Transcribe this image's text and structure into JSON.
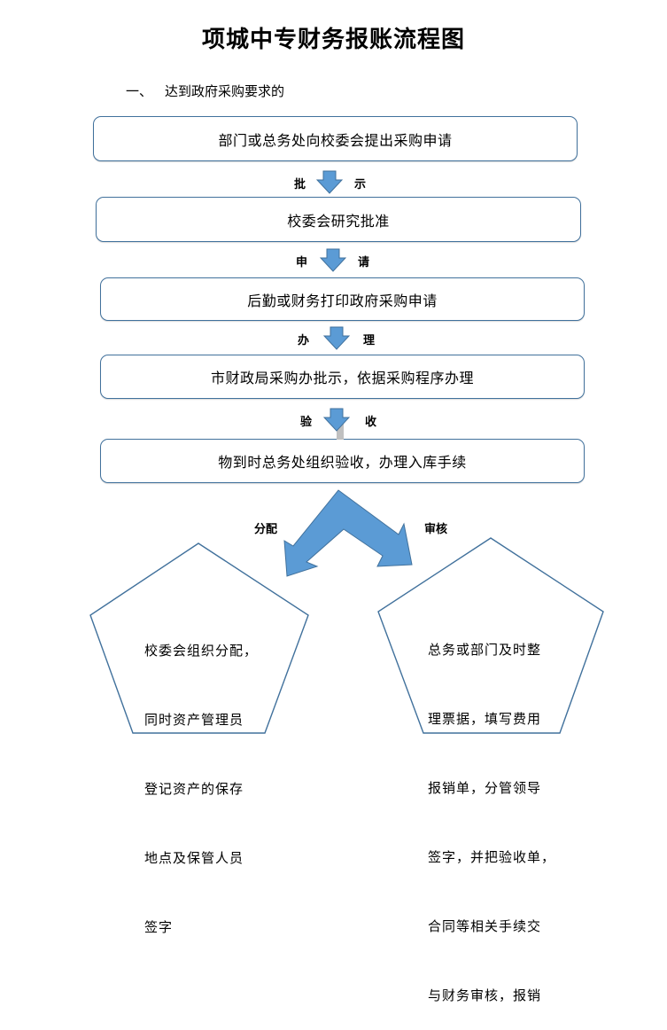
{
  "title": "项城中专财务报账流程图",
  "section": {
    "number": "一、",
    "heading": "达到政府采购要求的"
  },
  "steps": [
    {
      "text": "部门或总务处向校委会提出采购申请"
    },
    {
      "text": "校委会研究批准"
    },
    {
      "text": "后勤或财务打印政府采购申请"
    },
    {
      "text": "市财政局采购办批示，依据采购程序办理"
    },
    {
      "text": "物到时总务处组织验收，办理入库手续"
    }
  ],
  "connectors": [
    {
      "left": "批",
      "right": "示"
    },
    {
      "left": "申",
      "right": "请"
    },
    {
      "left": "办",
      "right": "理"
    },
    {
      "left": "验",
      "right": "收"
    }
  ],
  "split": {
    "left_label": "分配",
    "right_label": "审核"
  },
  "outcomes": {
    "left": {
      "lines": [
        "校委会组织分配，",
        "同时资产管理员",
        "登记资产的保存",
        "地点及保管人员",
        "签字"
      ]
    },
    "right": {
      "lines": [
        "总务或部门及时整",
        "理票据，填写费用",
        "报销单，分管领导",
        "签字，并把验收单，",
        "合同等相关手续交",
        "与财务审核，报销"
      ]
    }
  },
  "colors": {
    "box_border": "#41719c",
    "arrow_fill": "#5b9bd5",
    "arrow_stroke": "#41719c",
    "gray_bar": "#c0c0c0"
  }
}
